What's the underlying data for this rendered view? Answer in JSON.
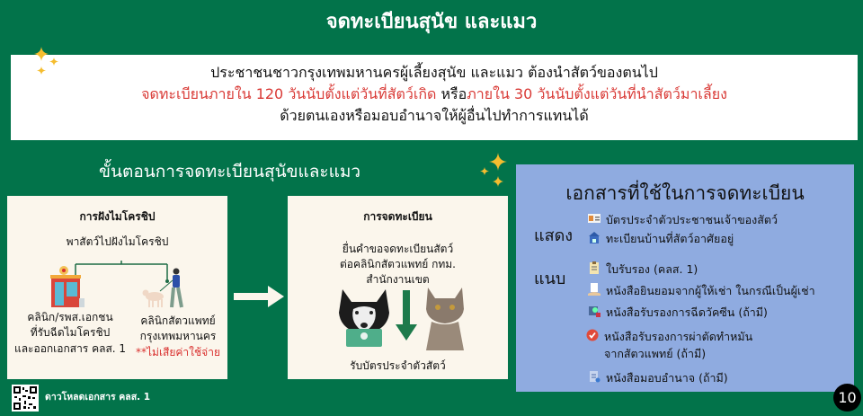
{
  "title": "จดทะเบียนสุนัข และแมว",
  "banner": {
    "line1": "ประชาชนชาวกรุงเทพมหานครผู้เลี้ยงสุนัข และแมว ต้องนำสัตว์ของตนไป",
    "line2_red_a": "จดทะเบียนภายใน 120 วันนับตั้งแต่วันที่สัตว์เกิด",
    "line2_or": " หรือ",
    "line2_red_b": "ภายใน 30 วันนับตั้งแต่วันที่นำสัตว์มาเลี้ยง",
    "line3": "ด้วยตนเองหรือมอบอำนาจให้ผู้อื่นไปทำการแทนได้"
  },
  "steps": {
    "title": "ขั้นตอนการจดทะเบียนสุนัขและแมว",
    "microchip": {
      "title": "การฝังไมโครชิป",
      "subtitle": "พาสัตว์ไปฝังไมโครชิป",
      "left_lines": [
        "คลินิก/รพส.เอกชน",
        "ที่รับฉีดไมโครชิป",
        "และออกเอกสาร คลส. 1"
      ],
      "right_lines": [
        "คลินิกสัตวแพทย์",
        "กรุงเทพมหานคร"
      ],
      "right_note": "**ไม่เสียค่าใช้จ่าย"
    },
    "registration": {
      "title": "การจดทะเบียน",
      "desc_lines": [
        "ยื่นคำขอจดทะเบียนสัตว์",
        "ต่อคลินิกสัตวแพทย์ กทม.",
        "สำนักงานเขต"
      ],
      "receive": "รับบัตรประจำตัวสัตว์"
    }
  },
  "documents": {
    "title": "เอกสารที่ใช้ในการจดทะเบียน",
    "show_label": "แสดง",
    "show_items": [
      {
        "icon": "id-card-icon",
        "text": "บัตรประจำตัวประชาชนเจ้าของสัตว์"
      },
      {
        "icon": "house-registration-icon",
        "text": "ทะเบียนบ้านที่สัตว์อาศัยอยู่"
      }
    ],
    "attach_label": "แนบ",
    "attach_items": [
      {
        "icon": "clipboard-icon",
        "text": "ใบรับรอง (คลส. 1)"
      },
      {
        "icon": "consent-letter-icon",
        "text": "หนังสือยินยอมจากผู้ให้เช่า ในกรณีเป็นผู้เช่า"
      },
      {
        "icon": "vaccine-certificate-icon",
        "text": "หนังสือรับรองการฉีดวัคซีน (ถ้ามี)"
      },
      {
        "icon": "sterilization-certificate-icon",
        "text": "หนังสือรับรองการผ่าตัดทำหมัน",
        "text2": "จากสัตวแพทย์ (ถ้ามี)"
      },
      {
        "icon": "power-of-attorney-icon",
        "text": "หนังสือมอบอำนาจ (ถ้ามี)"
      }
    ]
  },
  "footer": {
    "qr_label": "ดาวโหลดเอกสาร คลส. 1",
    "page_number": "10"
  },
  "colors": {
    "background": "#02734a",
    "red": "#d93a36",
    "card": "#fbf6ec",
    "docs_panel": "#8fabe0",
    "sparkle": "#f5bd2f"
  }
}
